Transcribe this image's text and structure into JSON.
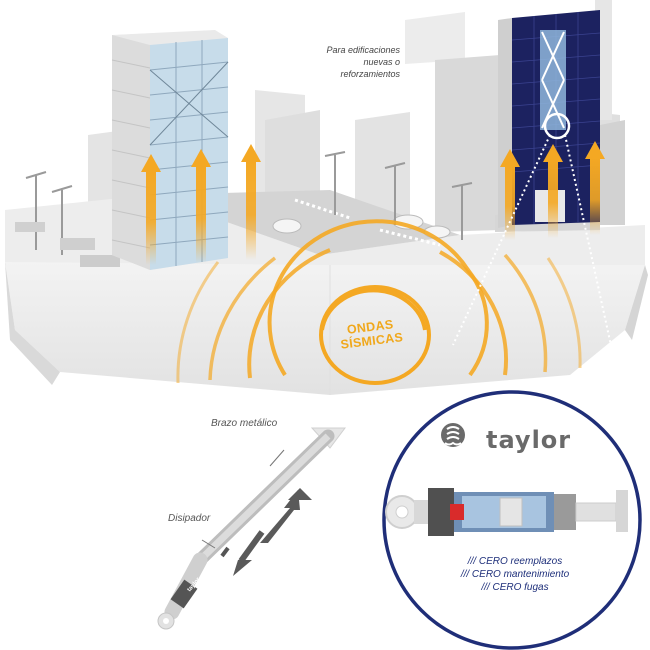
{
  "labels": {
    "note": "Para edificaciones nuevas o reforzamientos",
    "waves_line1": "ONDAS",
    "waves_line2": "SÍSMICAS",
    "arm": "Brazo metálico",
    "dissipator": "Disipador"
  },
  "inset": {
    "brand": "taylor",
    "features": [
      "/// CERO reemplazos",
      "/// CERO mantenimiento",
      "/// CERO fugas"
    ]
  },
  "device_brand": "taylor",
  "colors": {
    "accent_orange": "#f4a823",
    "inset_border": "#1f2e78",
    "glass_building": "#c7dcea",
    "navy_building": "#1c2260"
  }
}
